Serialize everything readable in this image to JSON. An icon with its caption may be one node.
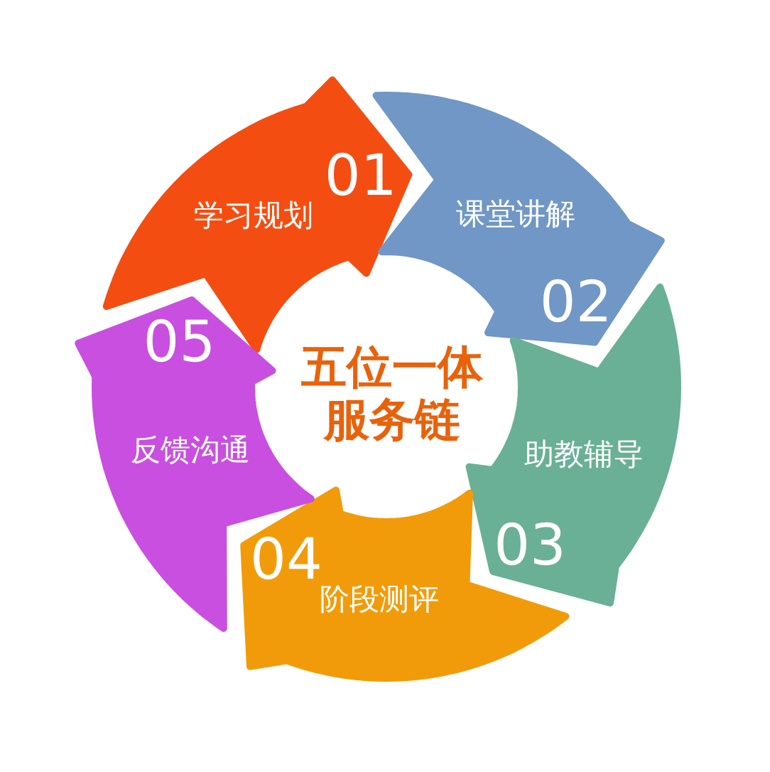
{
  "diagram": {
    "title": "五位一体服务链",
    "nodes": [
      {
        "text": [
          "01",
          "学习规划"
        ]
      },
      {
        "text": [
          "课堂讲解",
          "02"
        ]
      },
      {
        "text": [
          "助教辅导",
          "03"
        ]
      },
      {
        "text": [
          "04",
          "阶段测评"
        ]
      },
      {
        "text": [
          "05",
          "反馈沟通"
        ]
      }
    ]
  }
}
